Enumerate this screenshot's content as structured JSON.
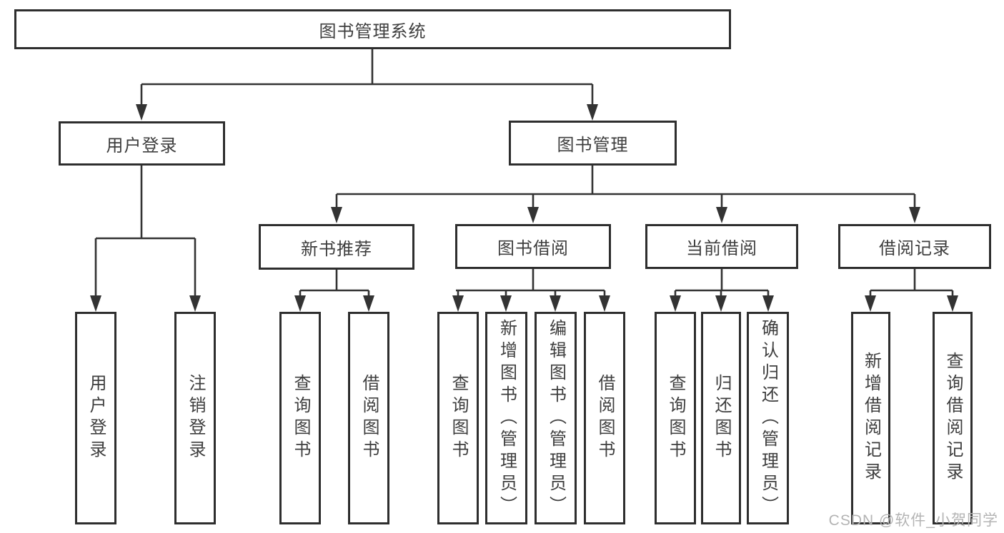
{
  "colors": {
    "border": "#2e2e2e",
    "line": "#333333",
    "text": "#3e3e3e",
    "watermark": "#b4b4b4",
    "background": "#ffffff"
  },
  "watermark": {
    "text": "CSDN @软件_小贺同学"
  },
  "diagram": {
    "type": "hierarchy-tree",
    "root": {
      "label": "图书管理系统"
    },
    "children": [
      {
        "label": "用户登录",
        "children": [
          {
            "label": "用户登录"
          },
          {
            "label": "注销登录"
          }
        ]
      },
      {
        "label": "图书管理",
        "children": [
          {
            "label": "新书推荐",
            "children": [
              {
                "label": "查询图书"
              },
              {
                "label": "借阅图书"
              }
            ]
          },
          {
            "label": "图书借阅",
            "children": [
              {
                "label": "查询图书"
              },
              {
                "label": "新增图书（管理员）"
              },
              {
                "label": "编辑图书（管理员）"
              },
              {
                "label": "借阅图书"
              }
            ]
          },
          {
            "label": "当前借阅",
            "children": [
              {
                "label": "查询图书"
              },
              {
                "label": "归还图书"
              },
              {
                "label": "确认归还（管理员）"
              }
            ]
          },
          {
            "label": "借阅记录",
            "children": [
              {
                "label": "新增借阅记录"
              },
              {
                "label": "查询借阅记录"
              }
            ]
          }
        ]
      }
    ]
  }
}
